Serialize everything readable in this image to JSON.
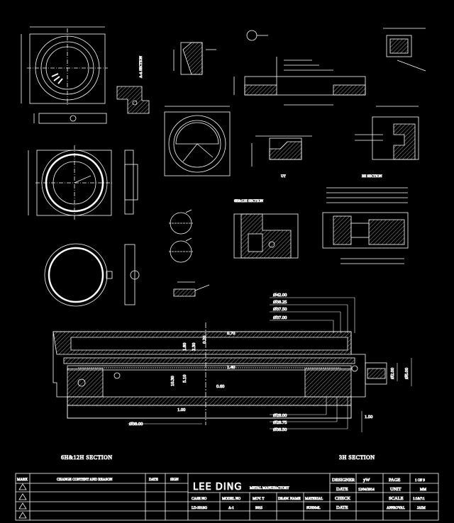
{
  "labels": {
    "section_main": "6H&12H SECTION",
    "section_3h_bottom": "3H SECTION",
    "section_3h_top": "3H SECTION",
    "section_6h12h_mid": "6H&12H SECTION",
    "section_aa": "A-A SECTION",
    "section_ut": "UT"
  },
  "dimensions": {
    "d42": "Ø42.00",
    "d38_25": "Ø38.25",
    "d37_50": "Ø37.50",
    "d37": "Ø37.00",
    "d38": "Ø38.00",
    "d28": "Ø28.00",
    "d28_75": "Ø28.75",
    "d38_50": "Ø38.50",
    "h0_70": "0.70",
    "h0_60": "0.60",
    "h1_40": "1.40",
    "h1_00": "1.00",
    "h1_50": "1.50",
    "h2_00": "Ø2.00",
    "h5_00": "Ø5.00",
    "v10_30": "10.30",
    "v5_10": "5.10",
    "v2_30": "2.30",
    "v1_80": "1.80",
    "v0_20": "0.20"
  },
  "title_block": {
    "revision_header": {
      "mark": "MARK",
      "change": "CHANGE CONTENT AND REASON",
      "date": "DATE",
      "sign": "SIGN"
    },
    "company": "LEE DING",
    "company_sub": "METAL MANUFACTORY",
    "designer_label": "DESIGNER",
    "designer_value": "yW",
    "page_label": "PAGE",
    "page_value": "1 OF 9",
    "date_label": "DATE",
    "date_value": "12/04/2014",
    "unit_label": "UNIT",
    "unit_value": "MM",
    "check_label": "CHECK",
    "scale_label": "SCALE",
    "scale_value": "1:1&7:1",
    "date2_label": "DATE",
    "date2_value": "",
    "approve_value": "JAIM",
    "approve_label": "APPROVAL",
    "headers": [
      "CASE NO",
      "MODEL NO",
      "MOV. T",
      "DRAW. NAME",
      "MATERIAL"
    ],
    "values": [
      "LD-3318G",
      "A-1",
      "9015",
      "",
      "SUS304L"
    ]
  }
}
